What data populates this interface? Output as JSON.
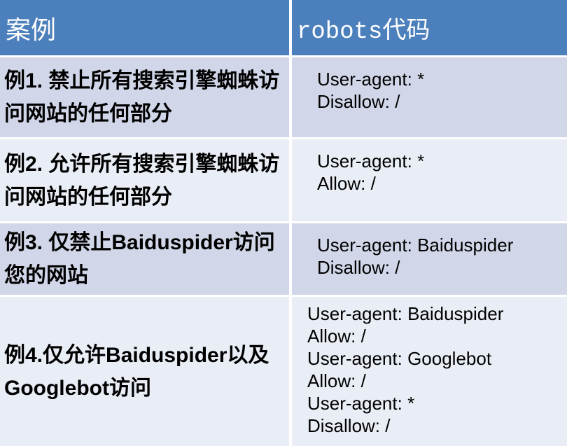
{
  "table": {
    "columns": [
      {
        "label": "案例"
      },
      {
        "label": "robots代码"
      }
    ],
    "rows": [
      {
        "case": "例1. 禁止所有搜索引擎蜘蛛访问网站的任何部分",
        "code": [
          "User-agent: *",
          "Disallow: /"
        ]
      },
      {
        "case": "例2. 允许所有搜索引擎蜘蛛访问网站的任何部分",
        "code": [
          "User-agent: *",
          "Allow: /"
        ]
      },
      {
        "case": "例3. 仅禁止Baiduspider访问您的网站",
        "code": [
          "User-agent: Baiduspider",
          "Disallow: /"
        ]
      },
      {
        "case": "例4.仅允许Baiduspider以及Googlebot访问",
        "code": [
          "User-agent: Baiduspider",
          "Allow: /",
          "User-agent: Googlebot",
          "Allow: /",
          "User-agent: *",
          "Disallow: /"
        ]
      }
    ]
  },
  "colors": {
    "header_bg": "#4C80BC",
    "row_dark": "#D1D7E8",
    "row_light": "#E9EDF5",
    "separator": "#FFFFFF",
    "header_text": "#FFFFFF",
    "body_text": "#000000"
  }
}
